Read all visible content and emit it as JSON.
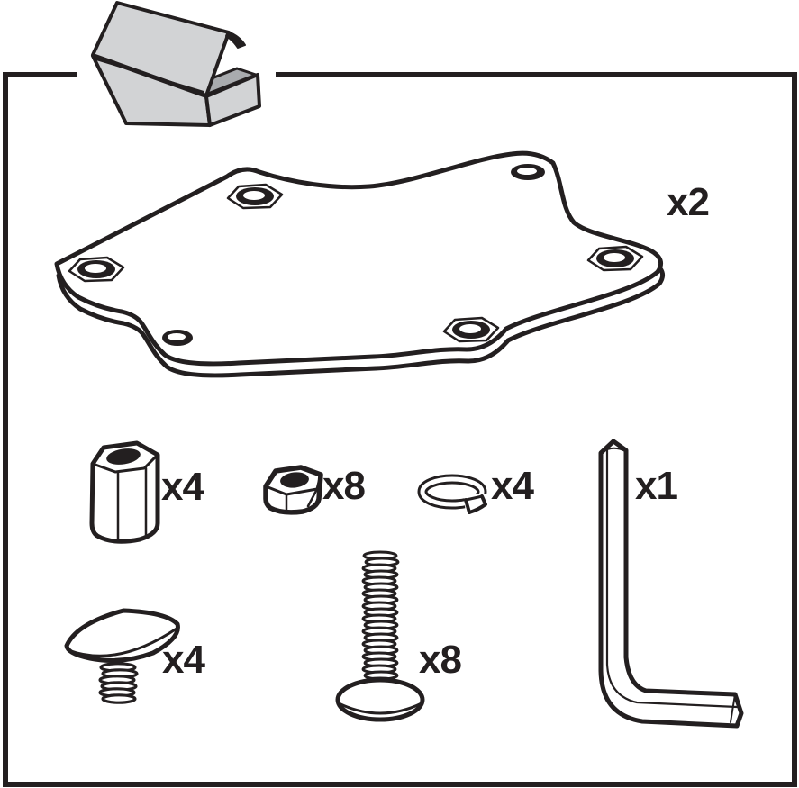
{
  "diagram": {
    "type": "hardware-kit-parts-diagram",
    "background": "#ffffff"
  },
  "colors": {
    "line": "#231f20",
    "box_light": "#d2d3d5",
    "box_dark": "#a9abae",
    "white": "#ffffff"
  },
  "box": {
    "name": "open-box"
  },
  "parts": {
    "plate": {
      "name": "mounting-plate",
      "qty": "x2"
    },
    "spacer": {
      "name": "hex-spacer-coupling-nut",
      "qty": "x4"
    },
    "nut": {
      "name": "hex-nut",
      "qty": "x8"
    },
    "washer": {
      "name": "split-lock-washer",
      "qty": "x4"
    },
    "allen_key": {
      "name": "allen-key",
      "qty": "x1"
    },
    "t_bolt": {
      "name": "t-head-bolt",
      "qty": "x4"
    },
    "carriage_bolt": {
      "name": "carriage-bolt",
      "qty": "x8"
    }
  }
}
